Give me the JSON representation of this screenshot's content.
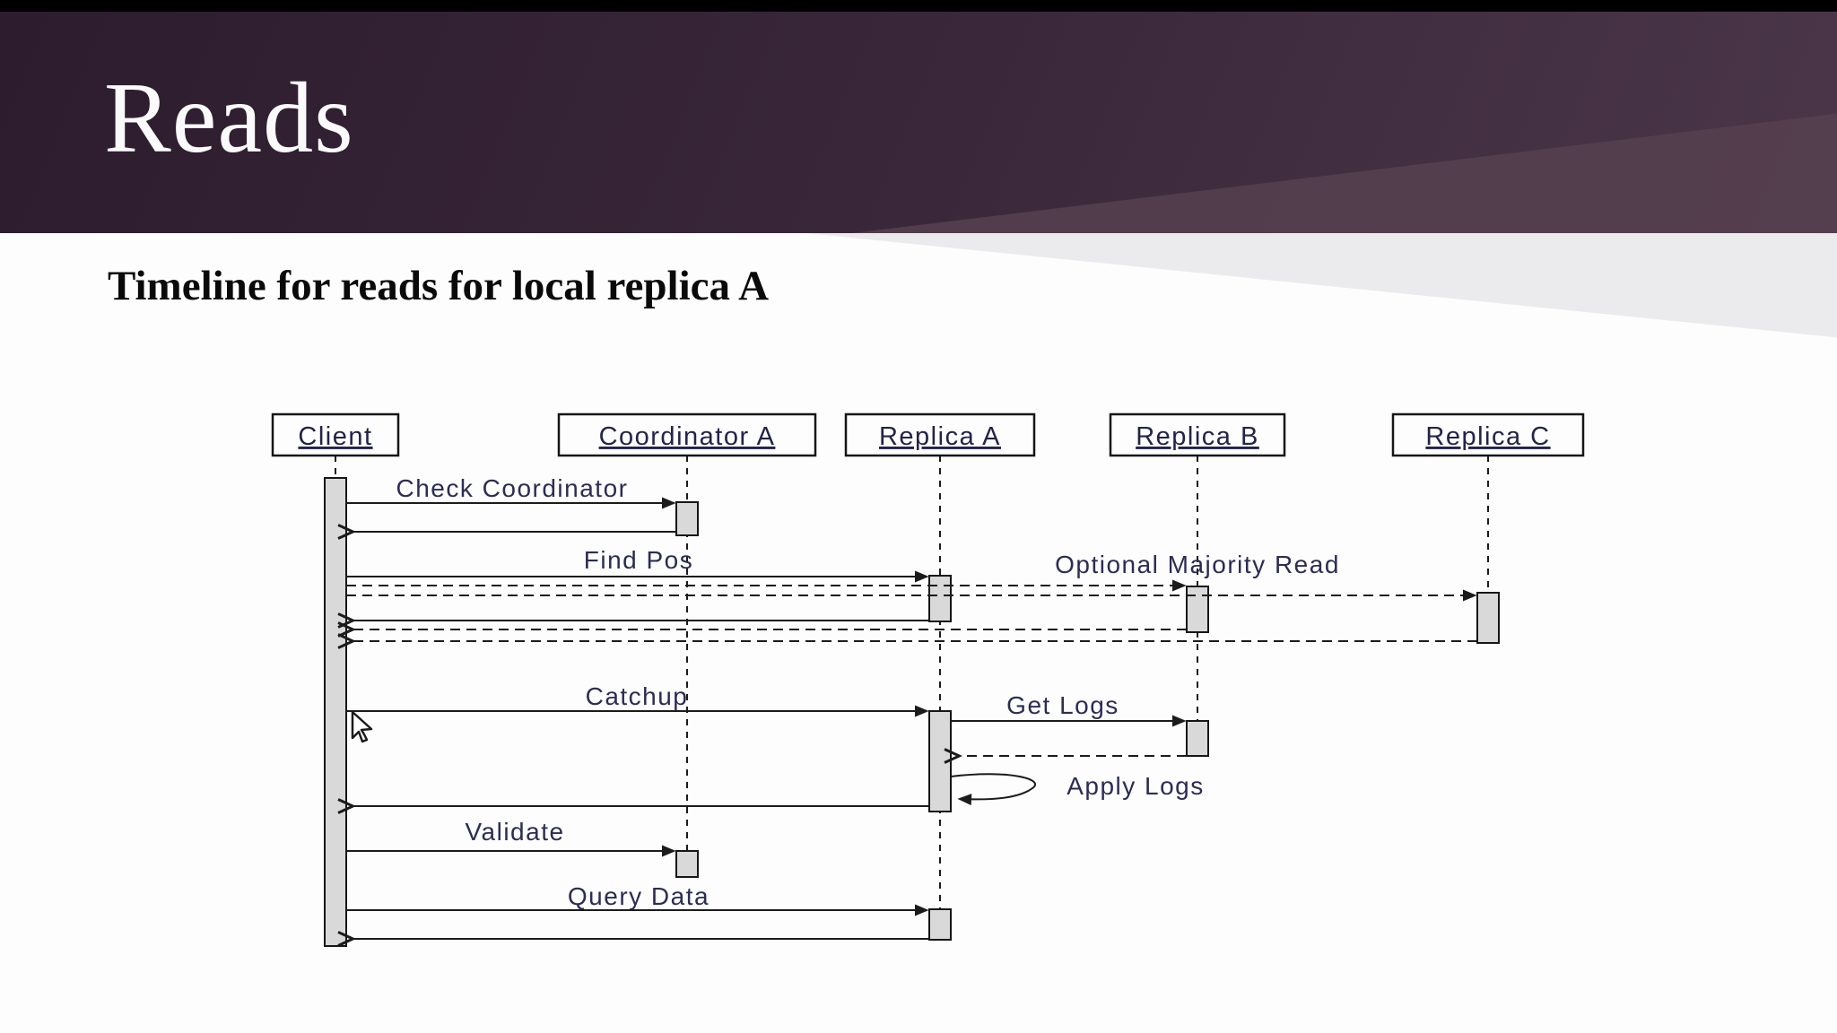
{
  "slide": {
    "title": "Reads",
    "subtitle": "Timeline for reads for local replica A"
  },
  "colors": {
    "top_bar": "#000000",
    "header_gradient_dark": "#2c1c2e",
    "header_gradient_light": "#4b3649",
    "header_wedge": "#564150",
    "band_gray": "#ebeaec",
    "slide_background": "#fdfdfd",
    "activation_fill": "#d9d9d9",
    "diagram_line": "#1b1b1b",
    "diagram_text": "#2c2c54"
  },
  "diagram": {
    "type": "uml-sequence",
    "actors": [
      {
        "name": "Client"
      },
      {
        "name": "Coordinator A"
      },
      {
        "name": "Replica A"
      },
      {
        "name": "Replica B"
      },
      {
        "name": "Replica C"
      }
    ],
    "messages": [
      {
        "label": "Check Coordinator",
        "from": "Client",
        "to": "Coordinator A",
        "style": "solid-call-with-return"
      },
      {
        "label": "Find Pos",
        "from": "Client",
        "to": "Replica A",
        "style": "solid-call-with-return"
      },
      {
        "label": "Optional Majority Read",
        "from": "Client",
        "to": "Replica B and Replica C",
        "style": "dashed-call-with-dashed-return"
      },
      {
        "label": "Catchup",
        "from": "Client",
        "to": "Replica A",
        "style": "solid-call-with-return"
      },
      {
        "label": "Get Logs",
        "from": "Replica A",
        "to": "Replica B",
        "style": "solid-call-with-dashed-return"
      },
      {
        "label": "Apply Logs",
        "from": "Replica A",
        "to": "Replica A",
        "style": "self-call"
      },
      {
        "label": "Validate",
        "from": "Client",
        "to": "Coordinator A",
        "style": "solid-call"
      },
      {
        "label": "Query Data",
        "from": "Client",
        "to": "Replica A",
        "style": "solid-call-with-return"
      }
    ],
    "cursor": "mouse-pointer"
  }
}
